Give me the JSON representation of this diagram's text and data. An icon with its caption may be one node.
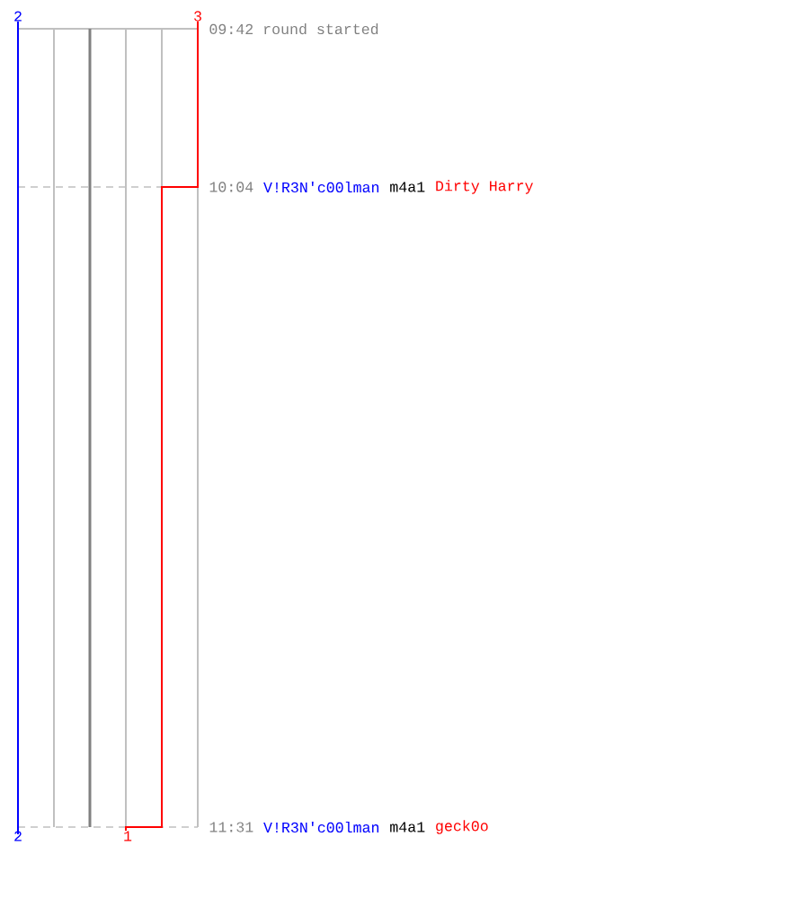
{
  "diagram": {
    "labels": [
      "2",
      "3",
      "09:42 round started",
      "10:04",
      "V!R3N'c00lman",
      "m4a1",
      "Dirty Harry",
      "11:31",
      "V!R3N'c00lman",
      "m4a1",
      "geck0o",
      "2",
      "1"
    ]
  }
}
